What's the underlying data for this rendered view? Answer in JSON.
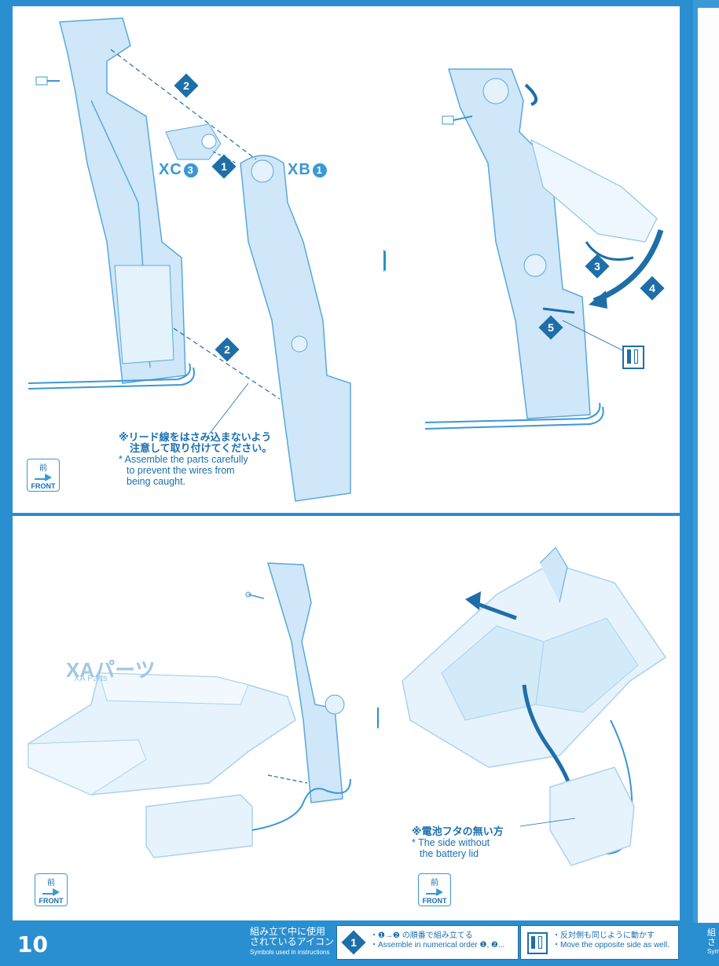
{
  "page": {
    "number": "10"
  },
  "parts": {
    "xc": {
      "name": "XC",
      "num": "3"
    },
    "xb": {
      "name": "XB",
      "num": "1"
    },
    "xa_jp": "XAパーツ",
    "xa_en": "XA Parts"
  },
  "steps": {
    "s1": "1",
    "s2": "2",
    "s3": "3",
    "s4": "4",
    "s5": "5"
  },
  "notes": {
    "wire_jp_1": "※リード線をはさみ込まないよう",
    "wire_jp_2": "注意して取り付けてください。",
    "wire_en_1": "* Assemble the parts carefully",
    "wire_en_2": "to prevent the wires from",
    "wire_en_3": "being caught.",
    "battery_jp": "※電池フタの無い方",
    "battery_en_1": "* The side without",
    "battery_en_2": "the battery lid"
  },
  "front_badge": {
    "jp": "前",
    "en": "FRONT"
  },
  "footer": {
    "label_jp_1": "組み立て中に使用",
    "label_jp_2": "されているアイコン",
    "label_en": "Symbols used in instructions",
    "order_jp": "・❶→❷ の順番で組み立てる",
    "order_en": "・Assemble in numerical order ❶, ❷...",
    "opposite_jp": "・反対側も同じように動かす",
    "opposite_en": "・Move the opposite side as well."
  },
  "edge": {
    "jp": "組",
    "jp2": "さ",
    "en": "Sym"
  },
  "icons": [
    "step-number-icon",
    "opposite-side-icon",
    "front-arrow-icon"
  ],
  "colors": {
    "accent": "#2a8fd0",
    "part": "#bfe0f6",
    "dark": "#1e6ea8"
  }
}
